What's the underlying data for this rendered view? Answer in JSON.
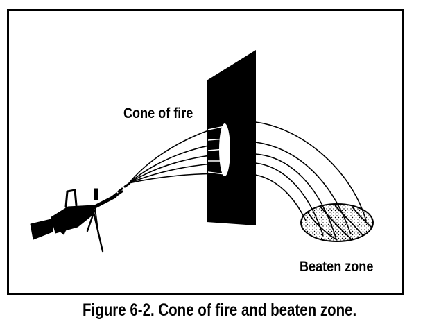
{
  "diagram": {
    "labels": {
      "cone_of_fire": "Cone of fire",
      "beaten_zone": "Beaten zone"
    },
    "caption": "Figure 6-2. Cone of fire and beaten zone.",
    "icons": {
      "weapon": "machine-gun-icon",
      "target": "vertical-target-panel",
      "zone": "stippled-ellipse"
    },
    "colors": {
      "ink": "#000000",
      "paper": "#ffffff"
    }
  }
}
